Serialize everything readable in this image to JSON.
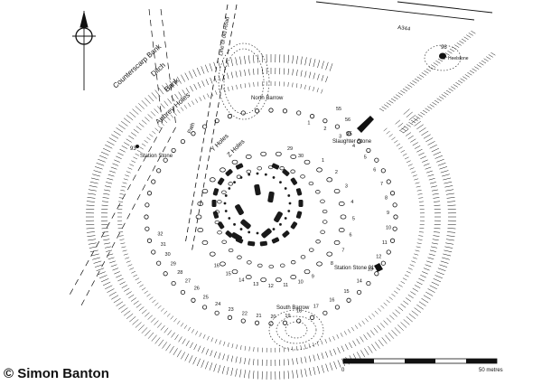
{
  "map": {
    "copyright": "© Simon Banton",
    "colors": {
      "ink": "#111111",
      "background": "#ffffff",
      "stone": "#1a1a1a"
    },
    "compass_icon": "north-arrow-icon",
    "labels": {
      "counterscarp_bank": "Counterscarp Bank",
      "ditch": "Ditch",
      "bank": "Bank",
      "aubrey_holes": "Aubrey Holes",
      "line_of_old_road": "Line of old Road",
      "path": "Path",
      "y_holes": "Y Holes",
      "z_holes": "Z Holes",
      "north_barrow": "North Barrow",
      "south_barrow": "South Barrow",
      "slaughter_stone": "Slaughter Stone",
      "slaughter_stone_num": "95",
      "station_stone_93": "Station Stone",
      "station_stone_93_num": "93",
      "station_stone_91": "Station Stone 91",
      "heelstone": "Heelstone",
      "heelstone_num": "96",
      "road": "A344"
    },
    "scale_bar": {
      "start_label": "0",
      "end_label": "50 metres"
    },
    "hole_numbers": {
      "right_side": [
        "1",
        "2",
        "3",
        "4",
        "5",
        "6",
        "7",
        "8",
        "9",
        "10",
        "11",
        "12",
        "13",
        "14",
        "15",
        "16",
        "17",
        "18"
      ],
      "bottom": [
        "19",
        "20",
        "21",
        "22",
        "23",
        "24",
        "25"
      ],
      "left_side": [
        "26",
        "27",
        "28",
        "29",
        "30",
        "31",
        "32"
      ],
      "top": [
        "55",
        "56"
      ],
      "inner_right": [
        "1",
        "2",
        "3",
        "4",
        "5",
        "6",
        "7",
        "8"
      ],
      "inner_top": [
        "29",
        "30"
      ],
      "inner_bottom": [
        "9",
        "10",
        "11",
        "12",
        "13",
        "14",
        "15",
        "16"
      ]
    }
  }
}
